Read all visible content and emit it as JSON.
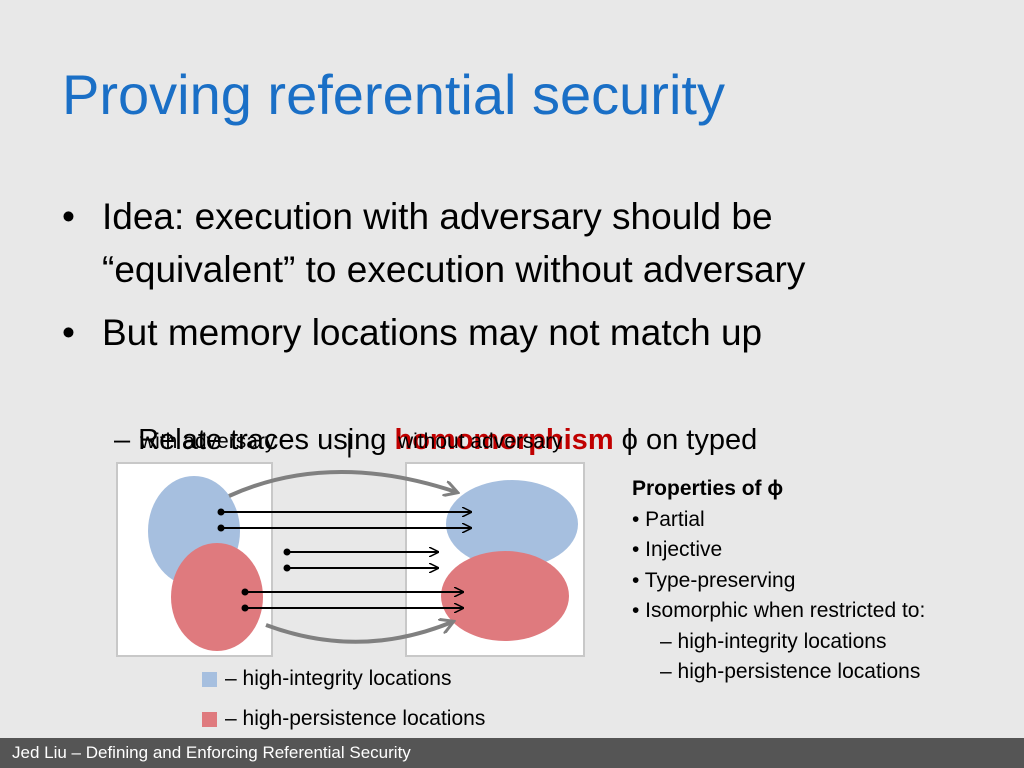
{
  "slide": {
    "title": "Proving referential security",
    "bullets": [
      "Idea: execution with adversary should be “equivalent” to execution without adversary",
      "But memory locations may not match up"
    ],
    "sub_bullet": {
      "prefix": "– Relate traces using ",
      "highlight": "homomorphism",
      "symbol": "ϕ",
      "suffix": " on typed"
    },
    "diagram_labels": {
      "left": "with adversary",
      "separator": "|",
      "right": "without adversary"
    },
    "properties": {
      "heading": "Properties of ϕ",
      "items": [
        "• Partial",
        "• Injective",
        "• Type-preserving",
        "• Isomorphic when restricted to:"
      ],
      "sub_items": [
        "–  high-integrity locations",
        "–  high-persistence locations"
      ]
    },
    "legend": [
      {
        "label": "– high-integrity locations",
        "color": "#a6bfdf"
      },
      {
        "label": "– high-persistence locations",
        "color": "#df7a7e"
      }
    ],
    "footer": "Jed Liu – Defining and Enforcing Referential Security"
  }
}
